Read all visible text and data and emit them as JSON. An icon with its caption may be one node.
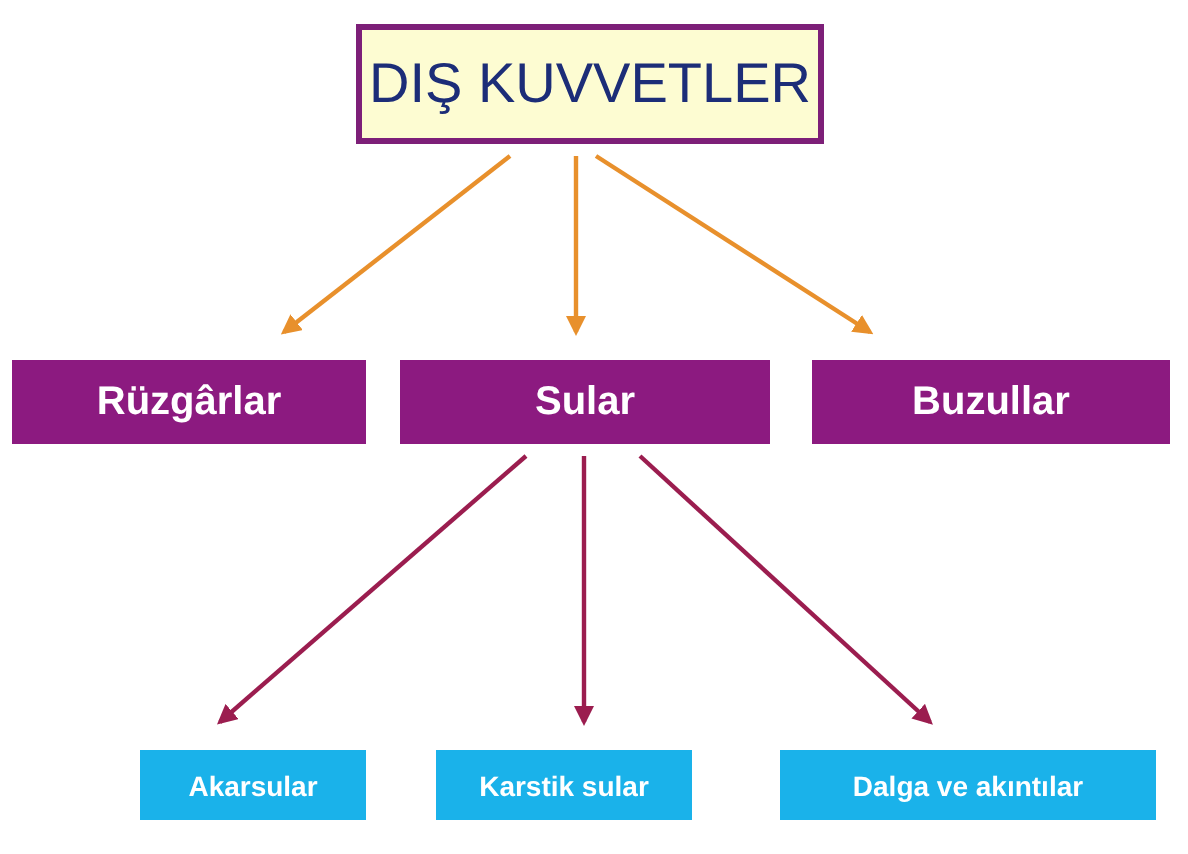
{
  "diagram": {
    "nodes": [
      {
        "text": [
          "DIŞ KUVVETLER"
        ]
      },
      {
        "text": [
          "Rüzgârlar"
        ]
      },
      {
        "text": [
          "Sular"
        ]
      },
      {
        "text": [
          "Buzullar"
        ]
      },
      {
        "text": [
          "Akarsular"
        ]
      },
      {
        "text": [
          "Karstik sular"
        ]
      },
      {
        "text": [
          "Dalga ve akıntılar"
        ]
      }
    ],
    "edges": [
      {
        "from": 0,
        "to": 1,
        "arrow": "to"
      },
      {
        "from": 0,
        "to": 2,
        "arrow": "to"
      },
      {
        "from": 0,
        "to": 3,
        "arrow": "to"
      },
      {
        "from": 2,
        "to": 4,
        "arrow": "to",
        "color": "#9b1d4f"
      },
      {
        "from": 2,
        "to": 5,
        "arrow": "to",
        "color": "#9b1d4f"
      },
      {
        "from": 2,
        "to": 6,
        "arrow": "to",
        "color": "#9b1d4f"
      }
    ]
  }
}
